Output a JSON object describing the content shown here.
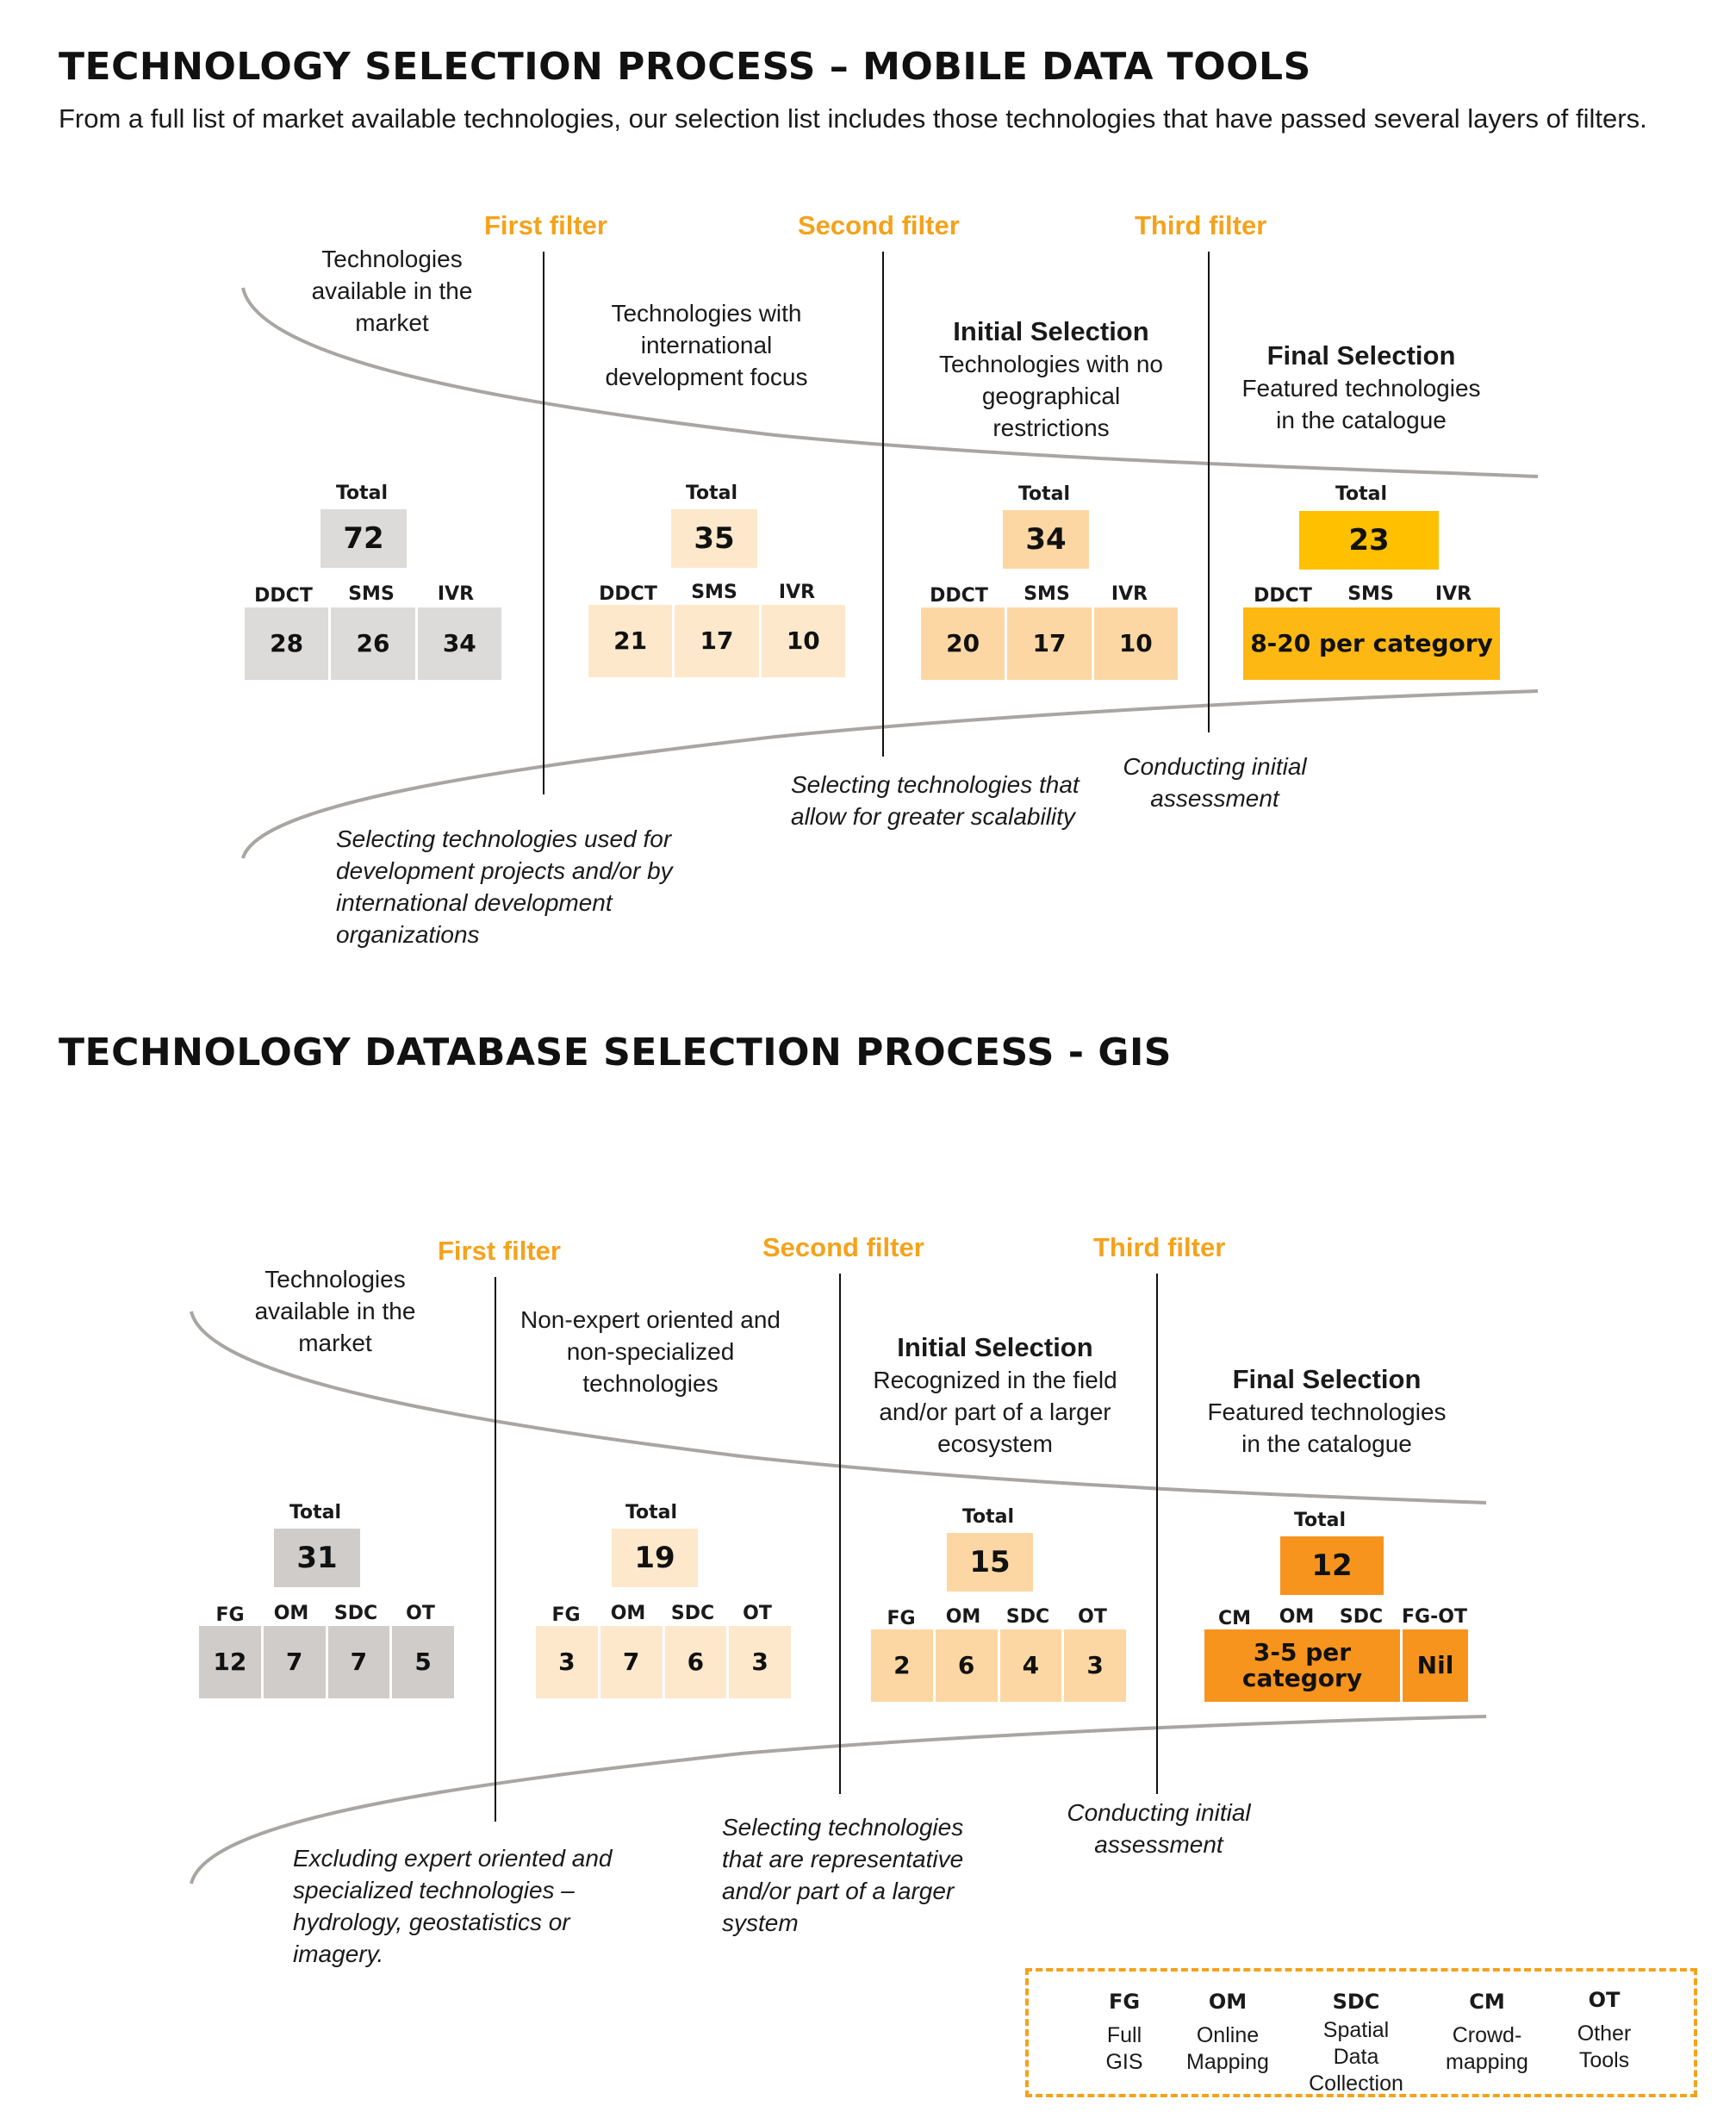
{
  "mobile": {
    "title": "TECHNOLOGY SELECTION PROCESS – MOBILE DATA TOOLS",
    "intro": "From a full list of market available technologies, our selection list includes those technologies that have passed several layers of filters.",
    "filters": [
      "First filter",
      "Second filter",
      "Third filter"
    ],
    "stages": {
      "market": "Technologies available in the market",
      "intl": "Technologies with international development focus",
      "initial_title": "Initial Selection",
      "initial_desc": "Technologies with no geographical restrictions",
      "final_title": "Final Selection",
      "final_desc": "Featured technologies in the catalogue"
    },
    "total_label": "Total",
    "categories": [
      "DDCT",
      "SMS",
      "IVR"
    ],
    "groups": [
      {
        "total": "72",
        "values": [
          "28",
          "26",
          "34"
        ]
      },
      {
        "total": "35",
        "values": [
          "21",
          "17",
          "10"
        ]
      },
      {
        "total": "34",
        "values": [
          "20",
          "17",
          "10"
        ]
      },
      {
        "total": "23",
        "values": [
          "8-20 per category"
        ]
      }
    ],
    "notes": {
      "first": "Selecting technologies used for development projects and/or by international development organizations",
      "second": "Selecting technologies that allow for greater scalability",
      "third": "Conducting initial assessment"
    }
  },
  "gis": {
    "title": "TECHNOLOGY DATABASE SELECTION PROCESS - GIS",
    "filters": [
      "First filter",
      "Second filter",
      "Third filter"
    ],
    "stages": {
      "market": "Technologies available in the market",
      "nonexpert": "Non-expert oriented and non-specialized technologies",
      "initial_title": "Initial Selection",
      "initial_desc": "Recognized in the field and/or part of a larger ecosystem",
      "final_title": "Final Selection",
      "final_desc": "Featured technologies in the catalogue"
    },
    "total_label": "Total",
    "categories": [
      "FG",
      "OM",
      "SDC",
      "OT"
    ],
    "final_categories": [
      "CM",
      "OM",
      "SDC",
      "FG-OT"
    ],
    "groups": [
      {
        "total": "31",
        "values": [
          "12",
          "7",
          "7",
          "5"
        ]
      },
      {
        "total": "19",
        "values": [
          "3",
          "7",
          "6",
          "3"
        ]
      },
      {
        "total": "15",
        "values": [
          "2",
          "6",
          "4",
          "3"
        ]
      },
      {
        "total": "12",
        "values": [
          "3-5 per category",
          "Nil"
        ]
      }
    ],
    "notes": {
      "first": "Excluding expert oriented and specialized technologies – hydrology, geostatistics or imagery.",
      "second": "Selecting technologies that are representative and/or part of a larger system",
      "third": "Conducting initial assessment"
    },
    "legend": [
      {
        "abbr": "FG",
        "label": "Full GIS"
      },
      {
        "abbr": "OM",
        "label": "Online Mapping"
      },
      {
        "abbr": "SDC",
        "label": "Spatial Data Collection"
      },
      {
        "abbr": "CM",
        "label": "Crowd-mapping"
      },
      {
        "abbr": "OT",
        "label": "Other Tools"
      }
    ]
  }
}
